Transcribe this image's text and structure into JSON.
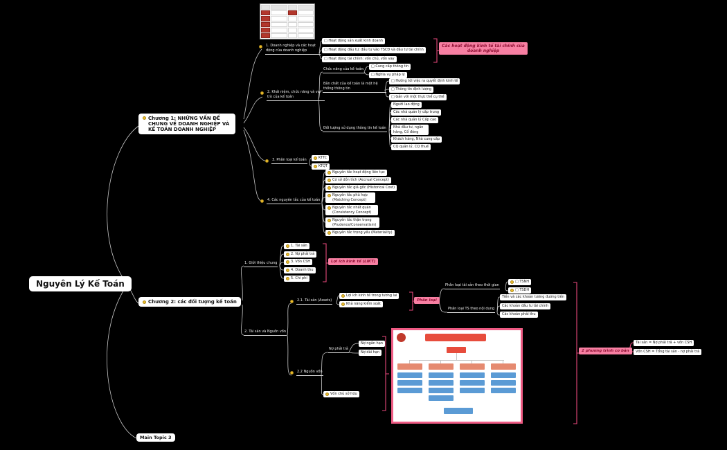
{
  "colors": {
    "background": "#000000",
    "node_fill": "#ffffff",
    "summary_pink": "#f77fa2",
    "summary_text": "#8f1034",
    "bracket_pink": "#e8497c",
    "marker_yellow": "#f0bf2b",
    "connector_gray": "#c8c8c8"
  },
  "root": {
    "label": "Nguyên Lý Kế Toán"
  },
  "chapter1": {
    "title": "Chương 1: NHỮNG VẤN ĐỀ CHUNG VỀ DOANH NGHIỆP VÀ KẾ TOÁN DOANH NGHIỆP",
    "topic1": {
      "label": "1. Doanh nghiệp và các hoạt động của doanh nghiệp",
      "items": [
        "□ Hoạt động sản xuất kinh doanh",
        "□ Hoạt động đầu tư: đầu tư vào TSCĐ và đầu tư tài chính",
        "□ Hoạt động tài chính: vốn chủ, vốn vay"
      ],
      "summary": "Các hoạt động kinh tế tài chính của doanh nghiệp"
    },
    "topic2": {
      "label": "2. Khái niệm, chức năng và vai trò của kế toán",
      "functions": {
        "label": "Chức năng của kế toán:",
        "items": [
          "□ Cung cấp thông tin",
          "□ Nghĩa vụ pháp lý"
        ]
      },
      "nature": {
        "label": "Bản chất của kế toán là một hệ thống thông tin",
        "items": [
          "□ Hướng tới việc ra quyết định kinh tế",
          "□ Thông tin định lượng",
          "□ Gắn với một thực thể cụ thể"
        ]
      },
      "users": {
        "label": "Đối tượng sử dụng thông tin kế toán",
        "items": [
          "Người lao động",
          "Các nhà quản lý cấp trung",
          "Các nhà quản lý Cấp cao",
          "Nhà đầu tư, ngân hàng, Cổ đông",
          "Khách hàng, Nhà cung cấp",
          "CQ quản lý, CQ thuế"
        ]
      }
    },
    "topic3": {
      "label": "3. Phân loại kế toán",
      "items": [
        "KTTC",
        "KTQT"
      ]
    },
    "topic4": {
      "label": "4. Các nguyên tắc của kế toán",
      "items": [
        "Nguyên tắc hoạt động liên tục",
        "Cơ sở dồn tích (Accrual Concept)",
        "Nguyên tắc giá gốc (Historical Cost)",
        "Nguyên tắc phù hợp (Matching Concept)",
        "Nguyên tắc nhất quán (Consistency Concept)",
        "Nguyên tắc thận trọng (Prudence/Conservatism)",
        "Nguyên tắc trọng yếu (Materiality)"
      ]
    }
  },
  "chapter2": {
    "title": "Chương 2: các đối tượng kế toán",
    "intro": {
      "label": "1. Giới thiệu chung",
      "items": [
        "1. Tài sản",
        "2. Nợ phải trả",
        "3. Vốn CSH",
        "4. Doanh thu",
        "5. Chi phí"
      ],
      "summary": "Lợi ích kinh tế (LIKT)"
    },
    "assets_capital": {
      "label": "2. Tài sản và Nguồn vốn",
      "assets": {
        "label": "2.1. Tài sản (Assets)",
        "items": [
          "Lợi ích kinh tế trong tương lai",
          "Khả năng kiểm soát"
        ],
        "summary": "Phân loại",
        "by_time": {
          "label": "Phân loại tài sản theo thời gian",
          "items": [
            "□ TSNH",
            "□ TSDH"
          ]
        },
        "by_content": {
          "label": "Phân loại TS theo nội dung",
          "items": [
            "Tiền và các khoản tương đương tiền",
            "Các khoản đầu tư tài chính",
            "Các khoản phải thu"
          ]
        }
      },
      "capital": {
        "label": "2.2 Nguồn vốn",
        "liabilities": {
          "label": "Nợ phải trả",
          "items": [
            "Nợ ngắn hạn",
            "Nợ dài hạn"
          ]
        },
        "equity": "Vốn chủ sở hữu"
      },
      "summary": {
        "label": "2 phương trình cơ bản",
        "equations": [
          "Tài sản = Nợ phải trả + vốn CSH",
          "Vốn CSH = Tổng tài sản - nợ phải trả"
        ]
      }
    }
  },
  "main_topic3": {
    "label": "Main Topic 3"
  }
}
